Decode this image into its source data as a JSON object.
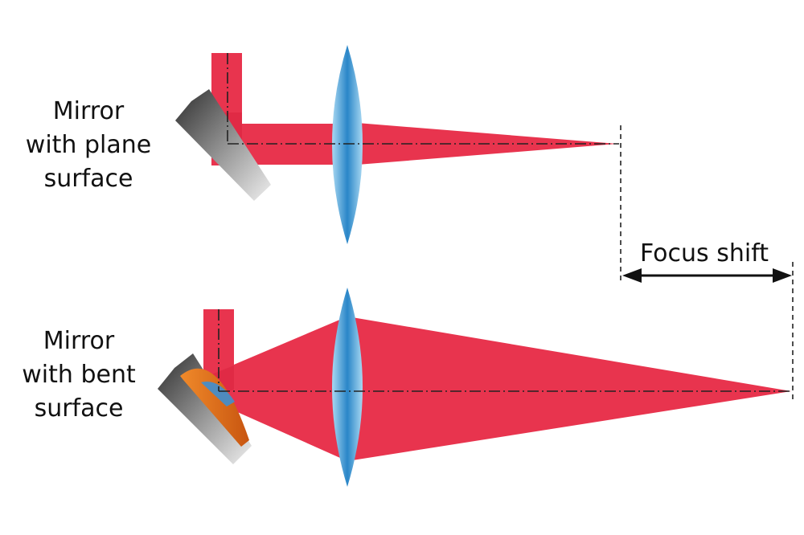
{
  "colors": {
    "beam": "#e8344e",
    "beam_dark": "#d4203c",
    "lens_edge": "#7fc4ea",
    "lens_core": "#2a86c8",
    "mirror_dark": "#3c3c3c",
    "mirror_light": "#d8d8d8",
    "coating_orange": "#e06a1a",
    "axis_line": "#222222"
  },
  "labels": {
    "top_mirror": [
      "Mirror",
      "with plane",
      "surface"
    ],
    "bottom_mirror": [
      "Mirror",
      "with bent",
      "surface"
    ],
    "focus_shift": "Focus shift"
  },
  "icons": {
    "double_arrow": "double-headed-arrow-icon"
  }
}
